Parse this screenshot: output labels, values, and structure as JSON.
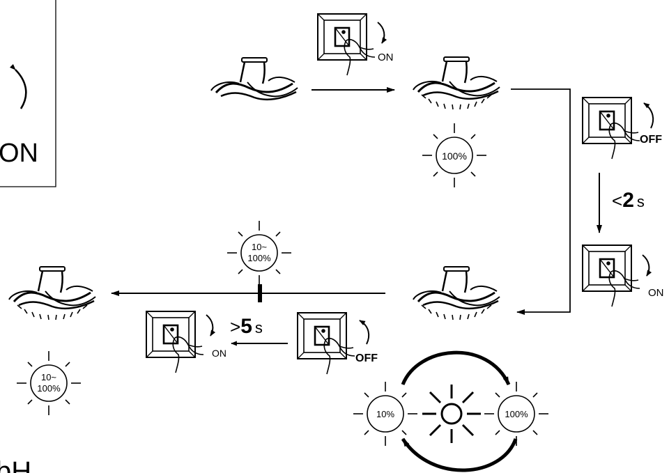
{
  "diagram": {
    "left_panel": {
      "on_label": "ON",
      "bottom_fragment": "bH"
    },
    "lamp_on_bulb": {
      "label": "100%"
    },
    "switch_on_top": {
      "label": "ON"
    },
    "switch_off_right": {
      "label": "OFF"
    },
    "timer_short": {
      "prefix": "<",
      "number": "2",
      "unit": "s"
    },
    "switch_on_right": {
      "label": "ON"
    },
    "dim_range_bulb": {
      "label_line1": "10~",
      "label_line2": "100%"
    },
    "timer_long": {
      "prefix": ">",
      "number": "5",
      "unit": "s"
    },
    "switch_on_bottom": {
      "label": "ON"
    },
    "switch_off_bottom": {
      "label": "OFF"
    },
    "final_bulb": {
      "label_line1": "10~",
      "label_line2": "100%"
    },
    "cycle_min": {
      "label": "10%"
    },
    "cycle_max": {
      "label": "100%"
    }
  }
}
